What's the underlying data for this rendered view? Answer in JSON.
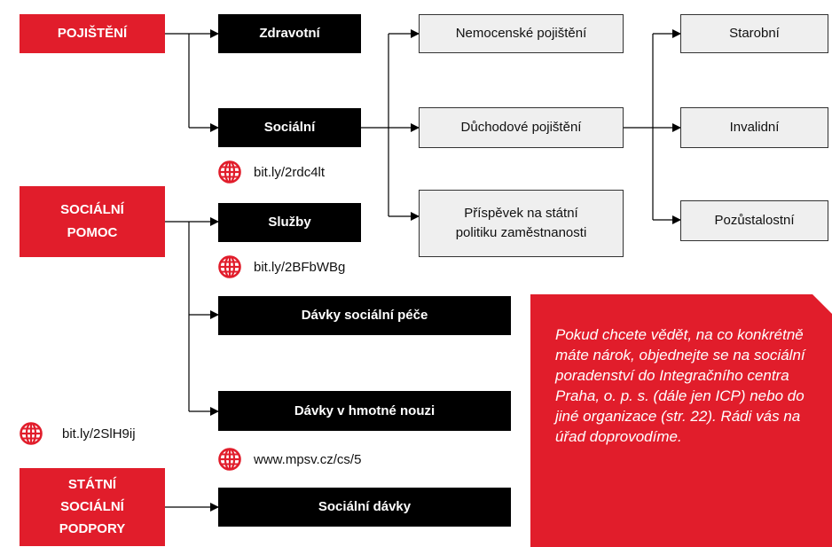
{
  "nodes": {
    "pojisteni": "POJIŠTĚNÍ",
    "zdravotni": "Zdravotní",
    "socialni": "Sociální",
    "nemocenske": "Nemocenské pojištění",
    "duchodove": "Důchodové pojištění",
    "prispevek_line1": "Příspěvek na státní",
    "prispevek_line2": "politiku zaměstnanosti",
    "starobni": "Starobní",
    "invalidni": "Invalidní",
    "pozustalostni": "Pozůstalostní",
    "socialni_pomoc_line1": "SOCIÁLNÍ",
    "socialni_pomoc_line2": "POMOC",
    "sluzby": "Služby",
    "davky_pece": "Dávky sociální péče",
    "davky_nouze": "Dávky v hmotné nouzi",
    "statni_line1": "STÁTNÍ",
    "statni_line2": "SOCIÁLNÍ",
    "statni_line3": "PODPORY",
    "socialni_davky": "Sociální dávky"
  },
  "links": {
    "socialni": "bit.ly/2rdc4lt",
    "sluzby": "bit.ly/2BFbWBg",
    "statni": "bit.ly/2SlH9ij",
    "mpsv": "www.mpsv.cz/cs/5"
  },
  "callout": {
    "text": "Pokud chcete vědět, na co konkrétně máte nárok, objednejte se na sociální poradenství do Integračního centra Praha, o. p. s. (dále jen ICP) nebo do jiné organizace (str. 22). Rádi vás na úřad doprovodíme."
  },
  "colors": {
    "red": "#e11d2b",
    "black": "#000000",
    "grey_box": "#efefef",
    "line": "#000000"
  },
  "icons": {
    "link_icon": "globe-icon"
  }
}
